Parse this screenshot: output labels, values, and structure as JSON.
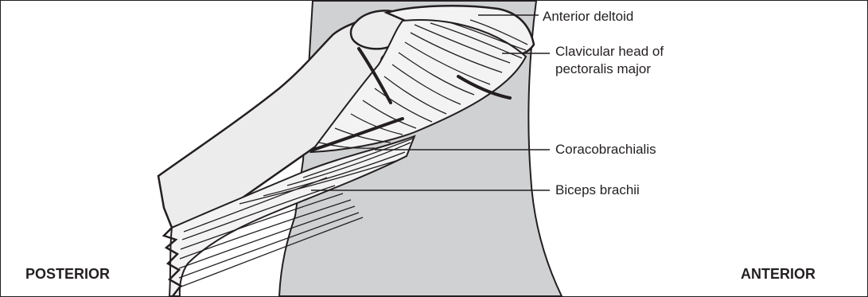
{
  "labels": {
    "anterior_deltoid": "Anterior deltoid",
    "clavicular_head_line1": "Clavicular head of",
    "clavicular_head_line2": "pectoralis major",
    "coracobrachialis": "Coracobrachialis",
    "biceps_brachii": "Biceps brachii"
  },
  "orientation": {
    "left": "POSTERIOR",
    "right": "ANTERIOR"
  },
  "colors": {
    "torso_fill": "#d0d1d3",
    "arm_fill": "#ececed",
    "muscle_fill": "#f3f3f3",
    "ink": "#231f20"
  }
}
